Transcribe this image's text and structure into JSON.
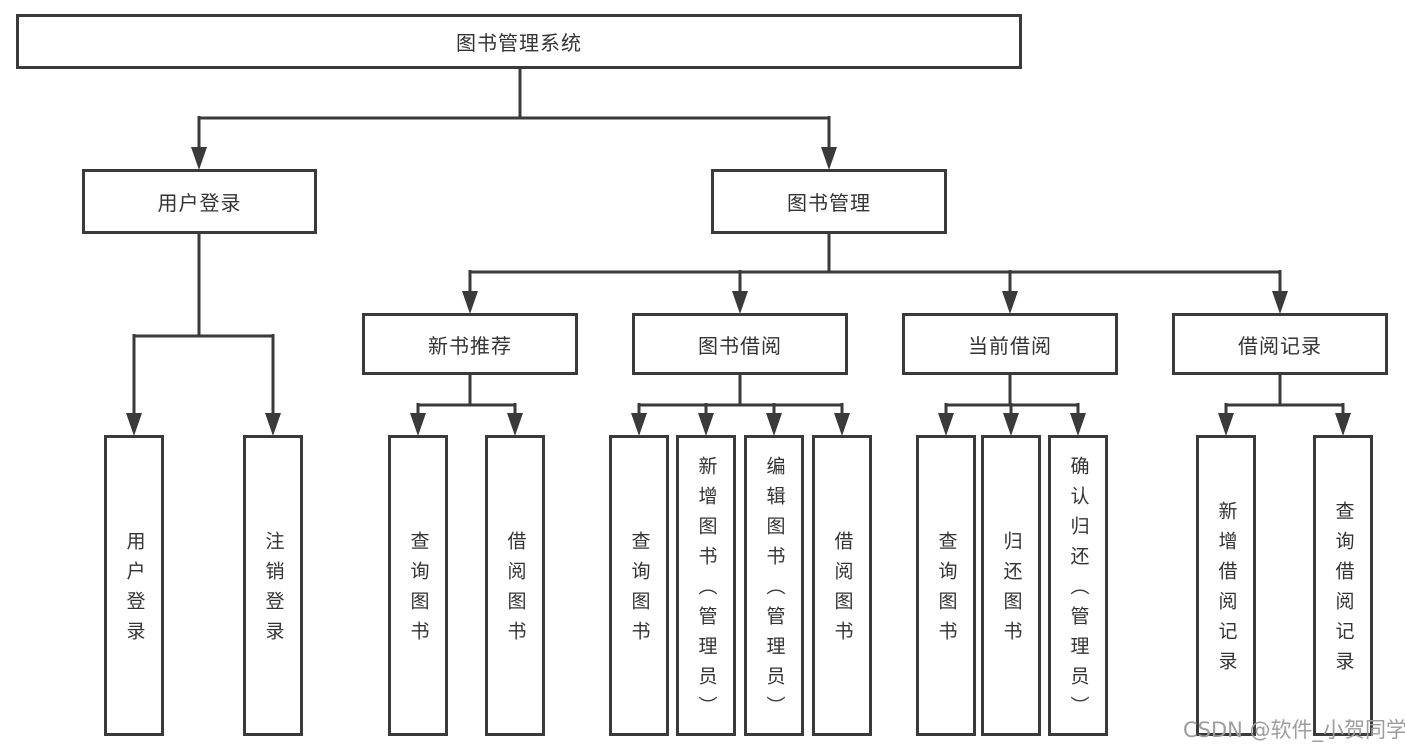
{
  "diagram": {
    "kind": "hierarchy-diagram",
    "tree": {
      "label": "图书管理系统",
      "children": [
        {
          "label": "用户登录",
          "children": [
            {
              "label": "用户登录"
            },
            {
              "label": "注销登录"
            }
          ]
        },
        {
          "label": "图书管理",
          "children": [
            {
              "label": "新书推荐",
              "children": [
                {
                  "label": "查询图书"
                },
                {
                  "label": "借阅图书"
                }
              ]
            },
            {
              "label": "图书借阅",
              "children": [
                {
                  "label": "查询图书"
                },
                {
                  "label": "新增图书（管理员）"
                },
                {
                  "label": "编辑图书（管理员）"
                },
                {
                  "label": "借阅图书"
                }
              ]
            },
            {
              "label": "当前借阅",
              "children": [
                {
                  "label": "查询图书"
                },
                {
                  "label": "归还图书"
                },
                {
                  "label": "确认归还（管理员）"
                }
              ]
            },
            {
              "label": "借阅记录",
              "children": [
                {
                  "label": "新增借阅记录"
                },
                {
                  "label": "查询借阅记录"
                }
              ]
            }
          ]
        }
      ]
    },
    "watermark": {
      "text": "CSDN @软件_小贺同学"
    },
    "colors": {
      "line": "#3a3a3a",
      "box_border": "#3a3a3a",
      "text": "#333333",
      "watermark": "#9d9d9d",
      "background": "#ffffff"
    }
  }
}
